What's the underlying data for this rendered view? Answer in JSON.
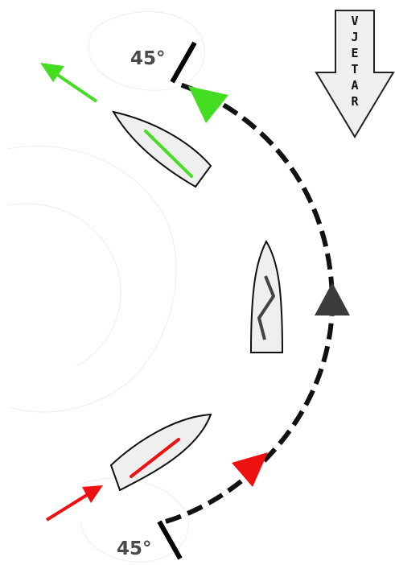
{
  "wind": {
    "letters": [
      "V",
      "J",
      "E",
      "T",
      "A",
      "R"
    ]
  },
  "angles": {
    "top": "45°",
    "bottom": "45°"
  },
  "colors": {
    "arrow_green": "#44dd22",
    "arrow_red": "#ee1111",
    "arrow_dark": "#3c3c3c",
    "boat_fill": "#efefef",
    "path": "#111111"
  }
}
